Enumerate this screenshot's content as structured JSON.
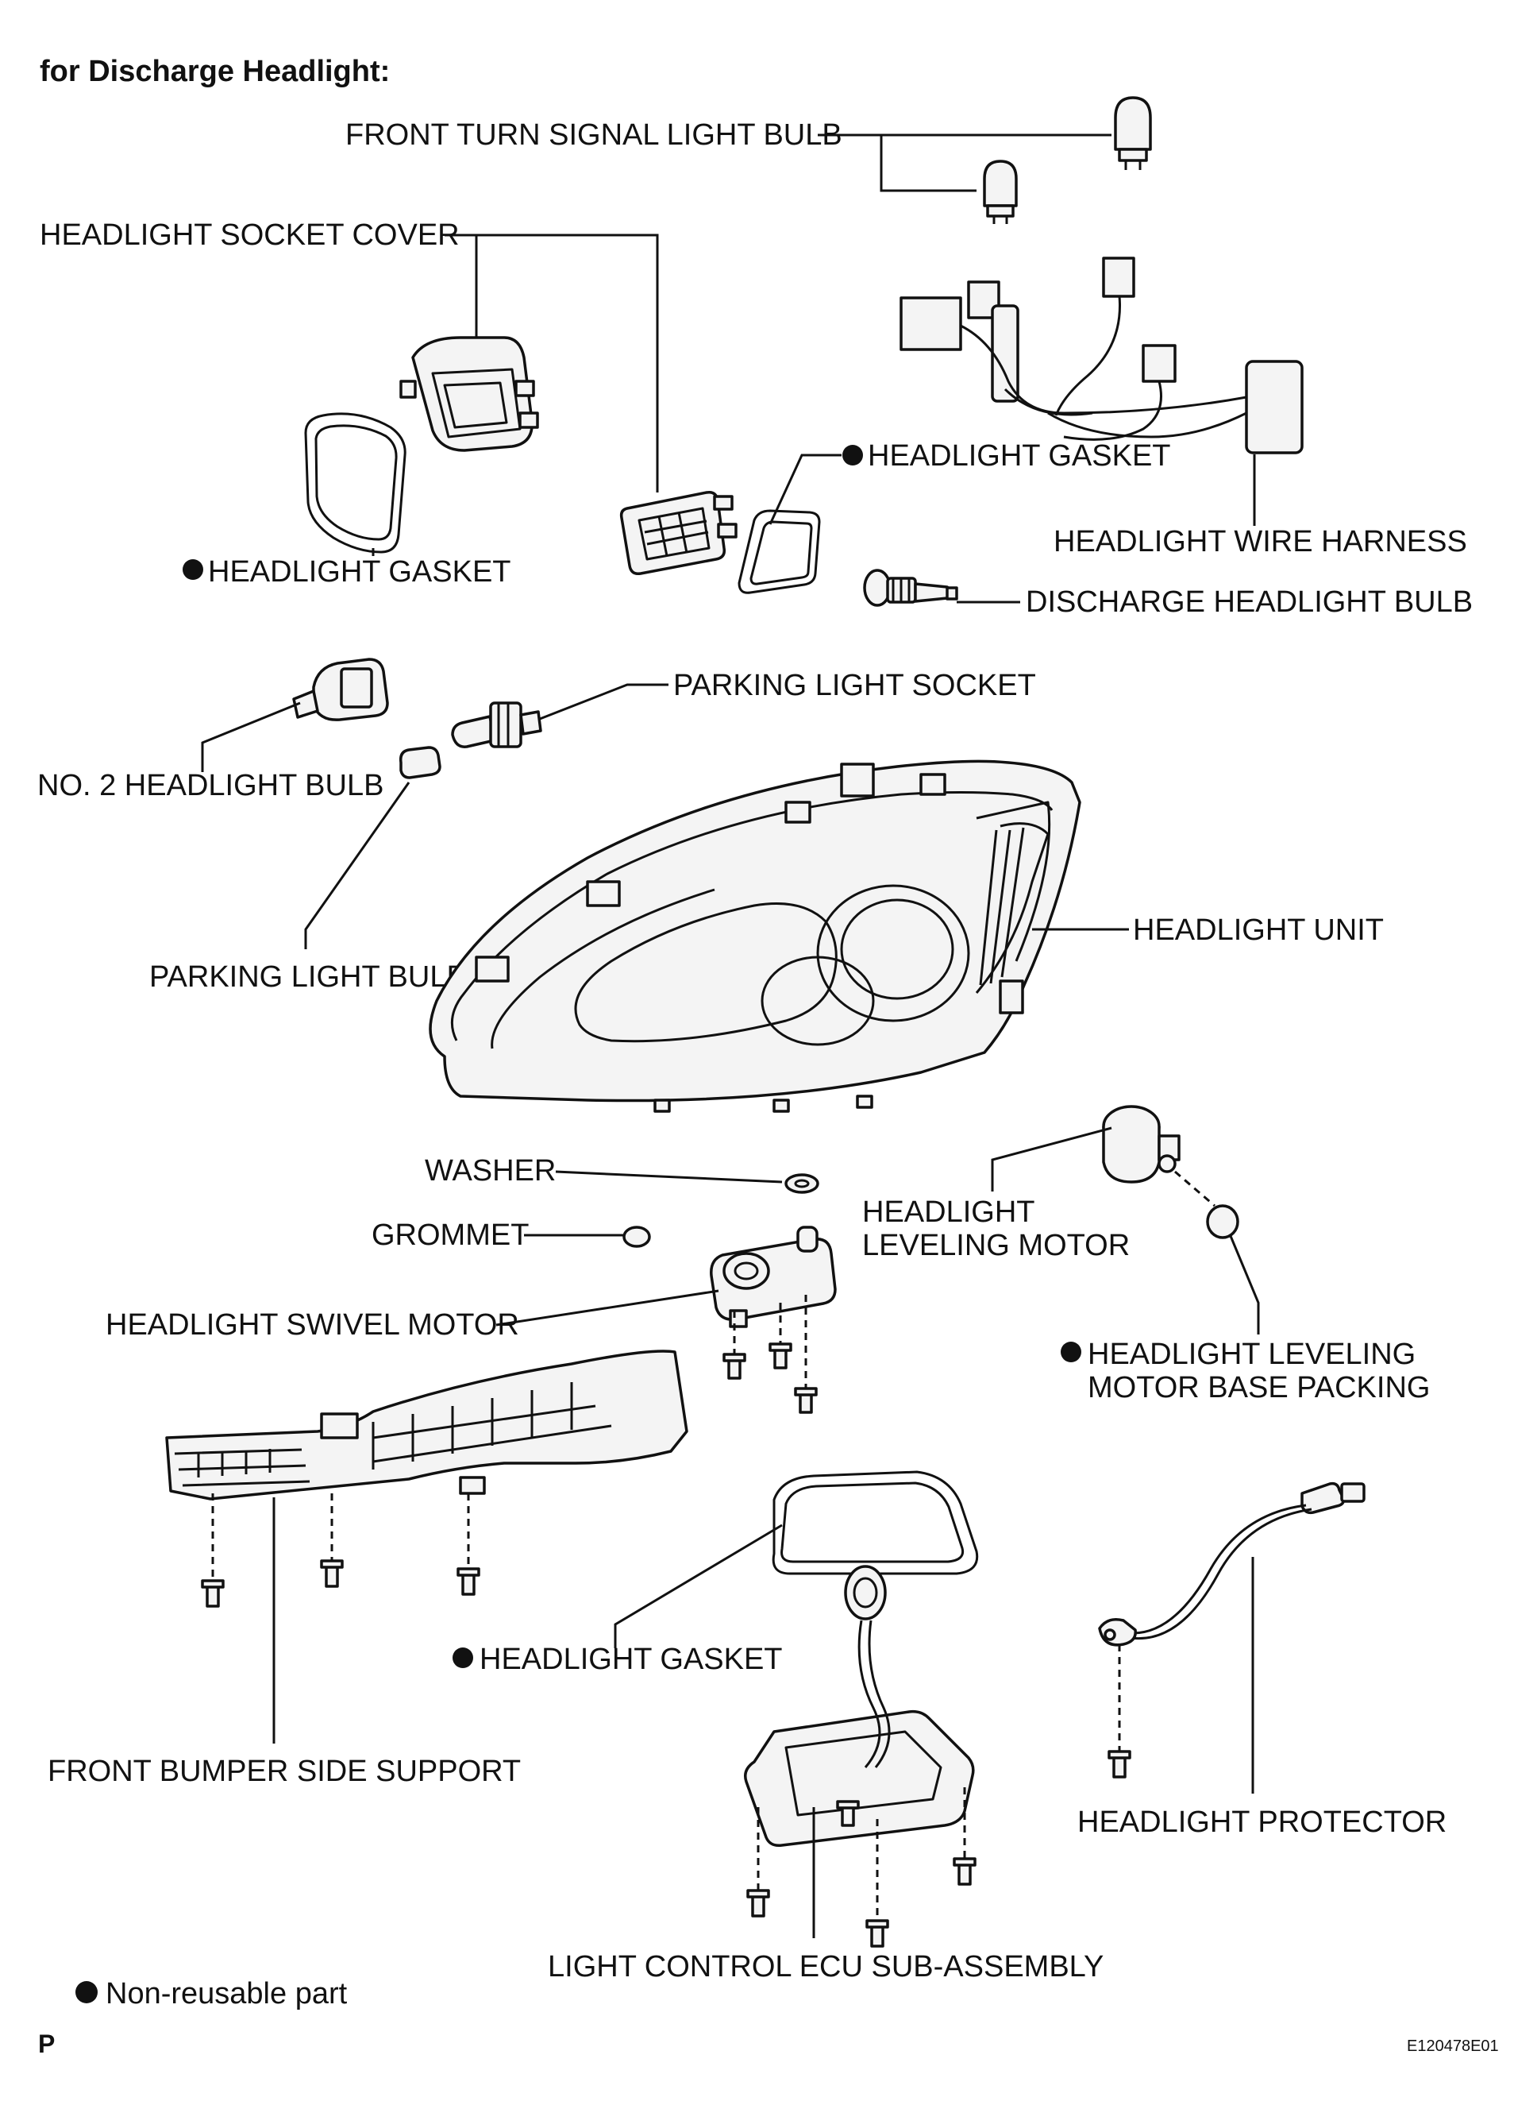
{
  "title": "for Discharge Headlight:",
  "labels": {
    "front_turn_signal_light_bulb": "FRONT TURN SIGNAL LIGHT BULB",
    "headlight_socket_cover": "HEADLIGHT SOCKET COVER",
    "headlight_gasket_upper_right": "HEADLIGHT GASKET",
    "headlight_gasket_left": "HEADLIGHT GASKET",
    "headlight_wire_harness": "HEADLIGHT WIRE HARNESS",
    "discharge_headlight_bulb": "DISCHARGE HEADLIGHT BULB",
    "parking_light_socket": "PARKING LIGHT SOCKET",
    "no2_headlight_bulb": "NO. 2 HEADLIGHT BULB",
    "headlight_unit": "HEADLIGHT UNIT",
    "parking_light_bulb": "PARKING LIGHT BULB",
    "washer": "WASHER",
    "headlight_leveling_motor_line1": "HEADLIGHT",
    "headlight_leveling_motor_line2": "LEVELING MOTOR",
    "grommet": "GROMMET",
    "headlight_swivel_motor": "HEADLIGHT SWIVEL MOTOR",
    "leveling_motor_base_packing_line1": "HEADLIGHT LEVELING",
    "leveling_motor_base_packing_line2": "MOTOR BASE PACKING",
    "headlight_gasket_lower": "HEADLIGHT GASKET",
    "front_bumper_side_support": "FRONT BUMPER SIDE SUPPORT",
    "headlight_protector": "HEADLIGHT PROTECTOR",
    "light_control_ecu": "LIGHT CONTROL ECU SUB-ASSEMBLY"
  },
  "legend": {
    "non_reusable": "Non-reusable part"
  },
  "footer": {
    "left_code": "P",
    "figure_id": "E120478E01"
  }
}
